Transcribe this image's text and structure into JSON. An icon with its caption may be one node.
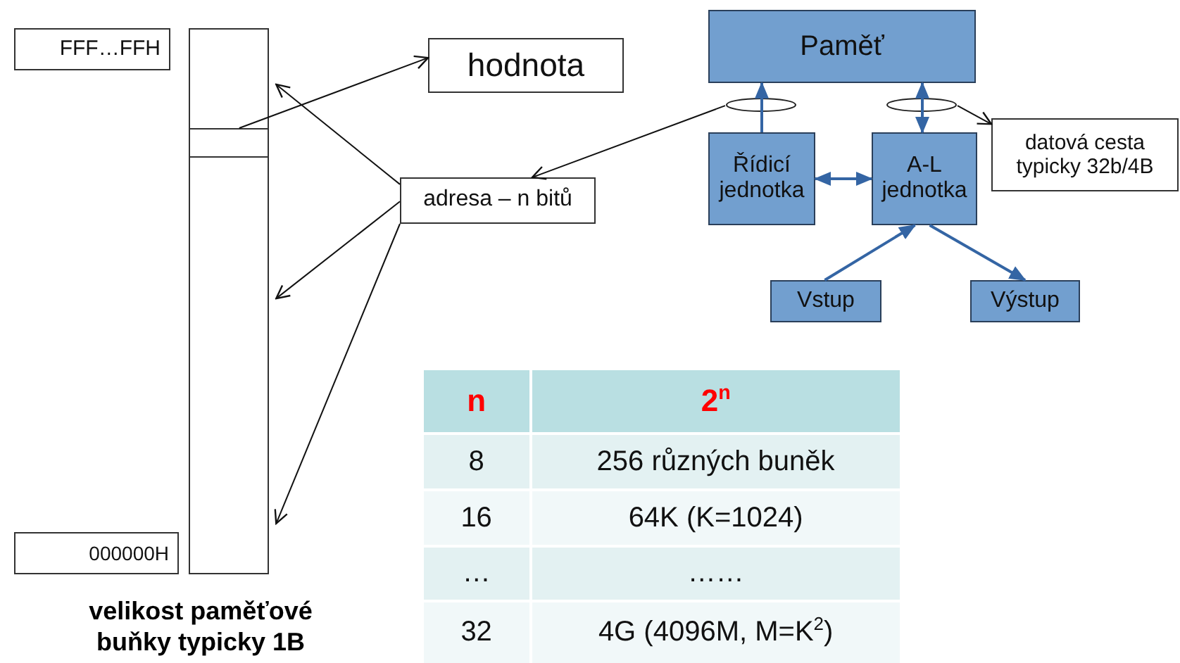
{
  "diagram": {
    "nodes": [
      {
        "text": [
          "FFF…FFH"
        ]
      },
      {
        "text": [],
        "shape": "box",
        "beside": [
          "velikost paměťové buňky typicky 1B"
        ]
      },
      {
        "text": [],
        "shape": "box",
        "in": 1
      },
      {
        "text": [
          "hodnota"
        ]
      },
      {
        "text": [
          "adresa – n bitů"
        ]
      },
      {
        "text": [
          "000000H"
        ]
      },
      {
        "text": [
          "Paměť"
        ]
      },
      {
        "text": [],
        "shape": "ellipse"
      },
      {
        "text": [],
        "shape": "ellipse"
      },
      {
        "text": [
          "Řídicí jednotka"
        ]
      },
      {
        "text": [
          "A-L jednotka"
        ]
      },
      {
        "text": [
          "datová cesta typicky 32b/4B"
        ]
      },
      {
        "text": [
          "Vstup"
        ]
      },
      {
        "text": [
          "Výstup"
        ]
      }
    ],
    "edges": [
      {
        "from": 2,
        "to": 3,
        "arrow": "to"
      },
      {
        "from": 4,
        "to": 1,
        "arrow": "to"
      },
      {
        "from": 4,
        "to": 1,
        "arrow": "to"
      },
      {
        "from": 4,
        "to": 1,
        "arrow": "to"
      },
      {
        "from": 7,
        "to": 4,
        "arrow": "to"
      },
      {
        "from": 9,
        "to": 6,
        "arrow": "to",
        "color": "#3465a4"
      },
      {
        "from": 10,
        "to": 6,
        "arrow": "both",
        "color": "#3465a4"
      },
      {
        "from": 9,
        "to": 10,
        "arrow": "both",
        "color": "#3465a4"
      },
      {
        "from": 12,
        "to": 10,
        "arrow": "to",
        "color": "#3465a4"
      },
      {
        "from": 10,
        "to": 13,
        "arrow": "to",
        "color": "#3465a4"
      },
      {
        "from": 8,
        "to": 11,
        "arrow": "to"
      }
    ],
    "labels": [
      "n",
      "2$^{n}$",
      "8",
      "256 různých buněk",
      "16",
      "64K (K=1024)",
      "…",
      "……",
      "32",
      "4G (4096M, M=K$^{2}$)"
    ]
  }
}
